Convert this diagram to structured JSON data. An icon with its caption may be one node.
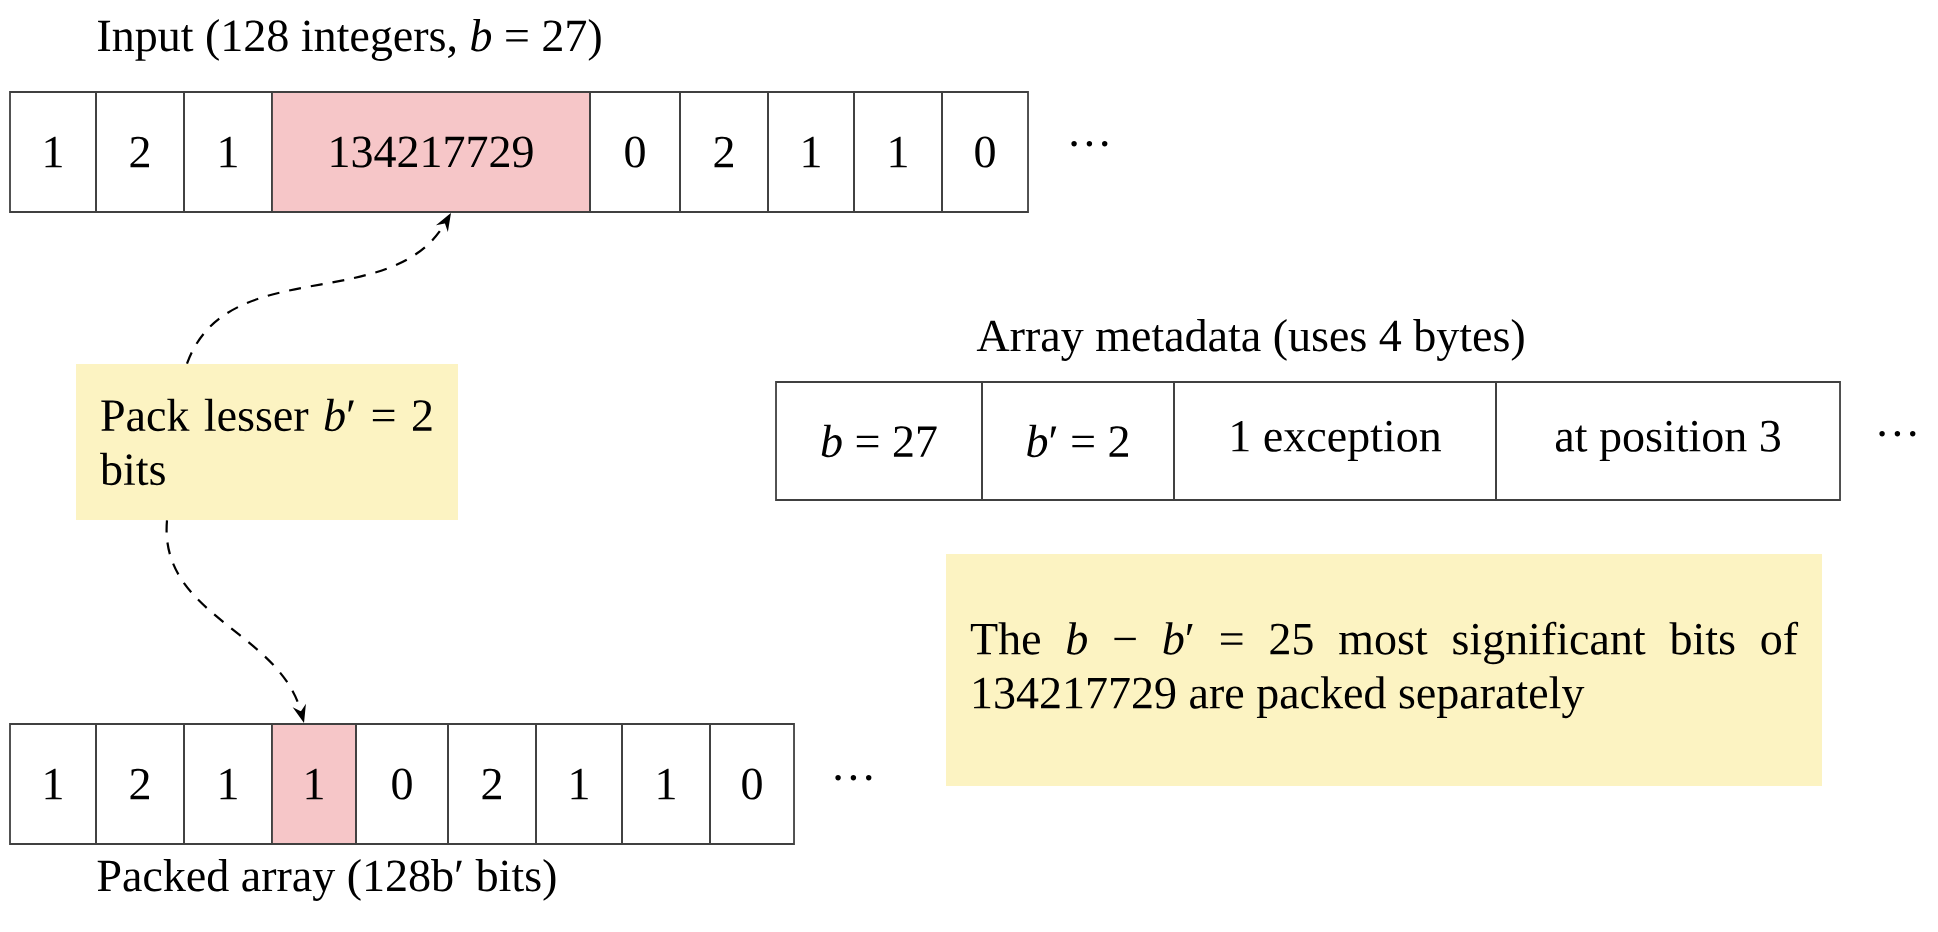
{
  "diagram": {
    "nodes": [
      {
        "text": [
          "1"
        ]
      },
      {
        "text": [
          "2"
        ]
      },
      {
        "text": [
          "1"
        ]
      },
      {
        "text": [
          "134217729"
        ]
      },
      {
        "text": [
          "0"
        ]
      },
      {
        "text": [
          "2"
        ]
      },
      {
        "text": [
          "1"
        ]
      },
      {
        "text": [
          "1"
        ]
      },
      {
        "text": [
          "0"
        ]
      },
      {
        "text": [
          "Pack lesser *b*′ = 2 bits"
        ]
      },
      {
        "text": [
          "*b* = 27"
        ]
      },
      {
        "text": [
          "*b*′ = 2"
        ]
      },
      {
        "text": [
          "1 exception"
        ]
      },
      {
        "text": [
          "at position 3"
        ]
      },
      {
        "text": [
          "The *b* − *b*′ = 25 most significant bits of 134217729 are packed separately"
        ]
      },
      {
        "text": [
          "1"
        ]
      },
      {
        "text": [
          "2"
        ]
      },
      {
        "text": [
          "1"
        ]
      },
      {
        "text": [
          "1"
        ]
      },
      {
        "text": [
          "0"
        ]
      },
      {
        "text": [
          "2"
        ]
      },
      {
        "text": [
          "1"
        ]
      },
      {
        "text": [
          "1"
        ]
      },
      {
        "text": [
          "0"
        ]
      }
    ],
    "edges": [
      {
        "from": 9,
        "to": 3,
        "arrow": "to",
        "style": "dashed"
      },
      {
        "from": 9,
        "to": 18,
        "arrow": "to",
        "style": "dashed"
      }
    ],
    "labels": [
      "Input (128 integers, *b* = 27)",
      "···",
      "Array metadata (uses 4 bytes)",
      "···",
      "···",
      "Packed array (128b′ bits)"
    ]
  }
}
